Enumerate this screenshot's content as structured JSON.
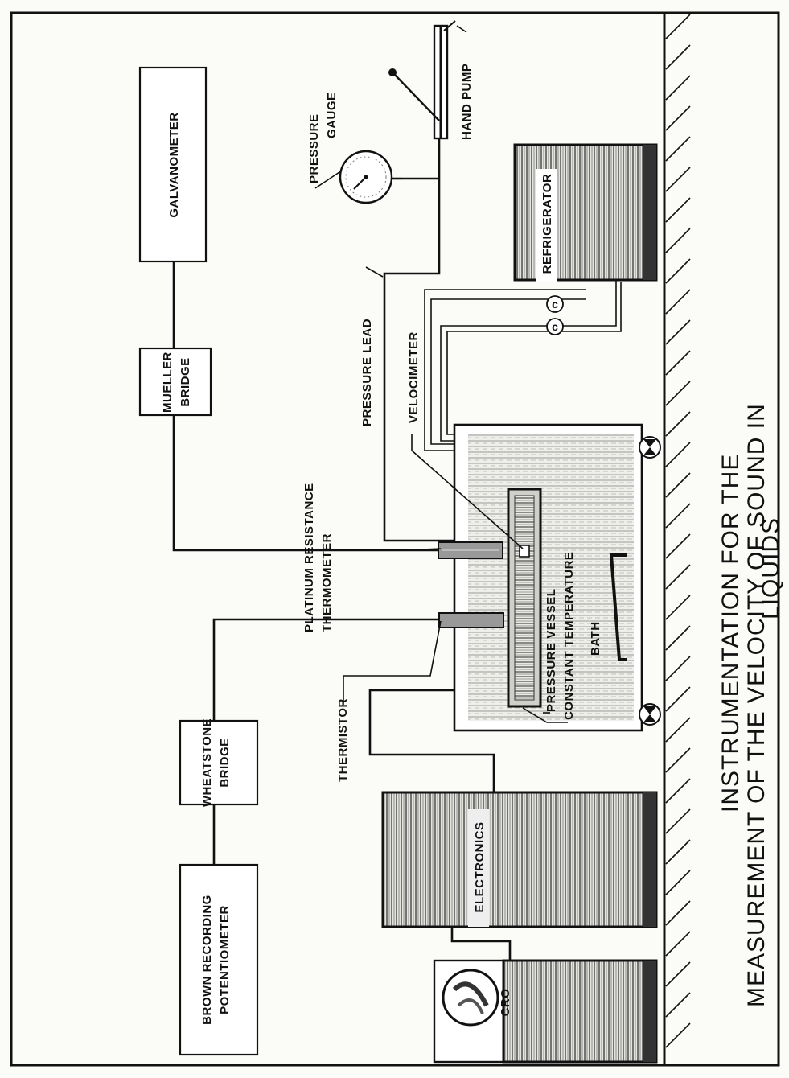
{
  "title_lines": [
    "INSTRUMENTATION FOR THE",
    "MEASUREMENT OF THE VELOCITY OF SOUND IN",
    "LIQUIDS"
  ],
  "boxes": {
    "galvanometer": [
      "GALVANOMETER"
    ],
    "mueller_bridge": [
      "MUELLER",
      "BRIDGE"
    ],
    "wheatstone_bridge": [
      "WHEATSTONE",
      "BRIDGE"
    ],
    "brown_recorder": [
      "BROWN RECORDING",
      "POTENTIOMETER"
    ]
  },
  "equipment": {
    "electronics": "ELECTRONICS",
    "refrigerator": "REFRIGERATOR",
    "cro": "CRO"
  },
  "labels": {
    "pressure_gauge": [
      "PRESSURE",
      "GAUGE"
    ],
    "hand_pump": "HAND PUMP",
    "pressure_lead": "PRESSURE LEAD",
    "platinum_thermometer": [
      "PLATINUM RESISTANCE",
      "THERMOMETER"
    ],
    "velocimeter": "VELOCIMETER",
    "pressure_vessel": "PRESSURE VESSEL",
    "constant_temperature_bath": [
      "CONSTANT TEMPERATURE",
      "BATH"
    ],
    "thermistor": "THERMISTOR"
  },
  "valve_symbol": "c"
}
